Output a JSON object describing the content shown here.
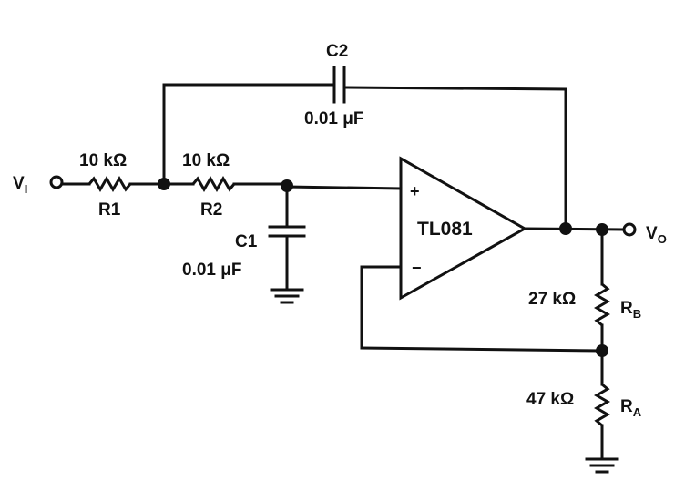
{
  "input": {
    "label": "V",
    "sub": "I"
  },
  "output": {
    "label": "V",
    "sub": "O"
  },
  "r1": {
    "name": "R1",
    "value": "10 kΩ"
  },
  "r2": {
    "name": "R2",
    "value": "10 kΩ"
  },
  "c1": {
    "name": "C1",
    "value": "0.01 μF"
  },
  "c2": {
    "name": "C2",
    "value": "0.01 μF"
  },
  "opamp": {
    "name": "TL081",
    "plus": "+",
    "minus": "−"
  },
  "rb": {
    "name": "R",
    "sub": "B",
    "value": "27 kΩ"
  },
  "ra": {
    "name": "R",
    "sub": "A",
    "value": "47 kΩ"
  }
}
